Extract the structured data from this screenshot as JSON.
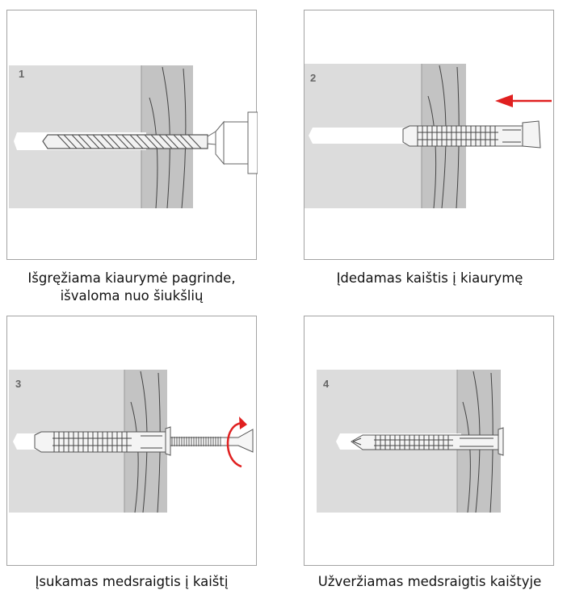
{
  "colors": {
    "concrete": "#dcdcdc",
    "wood": "#c3c3c3",
    "wood_grain": "#444444",
    "hole": "#ffffff",
    "frame_border": "#a3a3a3",
    "step_number": "#666666",
    "arrow": "#e02020",
    "caption_text": "#111111"
  },
  "steps": [
    {
      "number": "1",
      "caption_line1": "Išgręžiama kiaurymė pagrinde,",
      "caption_line2": "išvaloma nuo šiukšlių",
      "illustration": "drill-bit-in-wall"
    },
    {
      "number": "2",
      "caption_line1": "Įdedamas kaištis į kiaurymę",
      "caption_line2": "",
      "illustration": "dowel-insertion-with-left-arrow"
    },
    {
      "number": "3",
      "caption_line1": "Įsukamas medsraigtis į kaištį",
      "caption_line2": "",
      "illustration": "screw-turning-with-rotation-arrow"
    },
    {
      "number": "4",
      "caption_line1": "Užveržiamas medsraigtis kaištyje",
      "caption_line2": "",
      "illustration": "screw-tightened-in-dowel"
    }
  ]
}
